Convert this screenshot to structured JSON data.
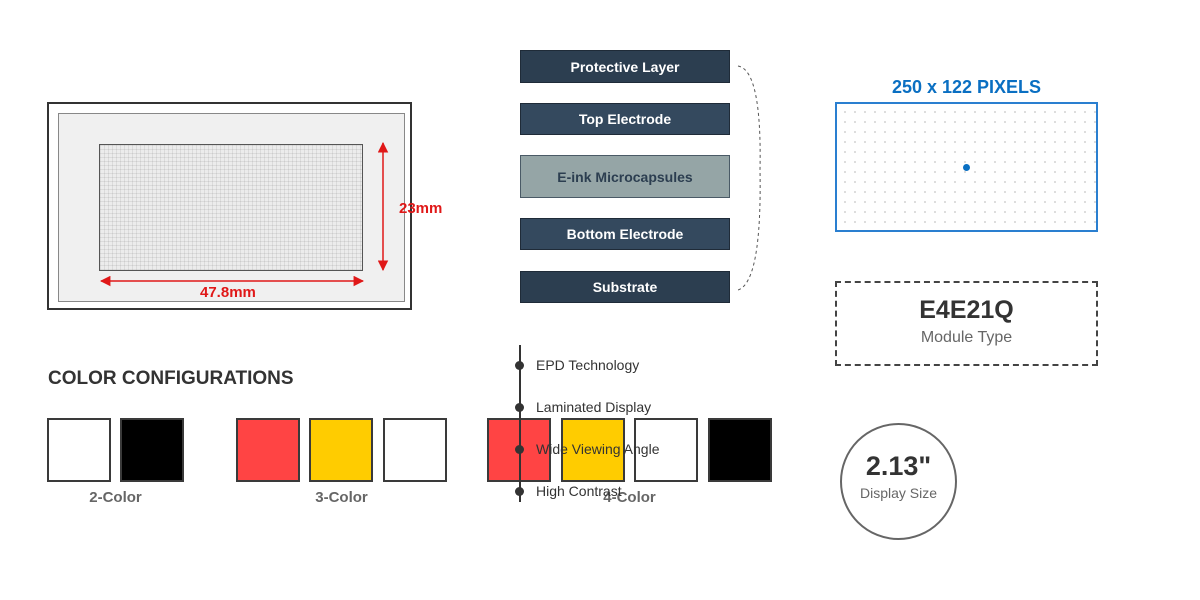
{
  "dimensions": {
    "width_label": "47.8mm",
    "height_label": "23mm"
  },
  "layers": [
    {
      "label": "Protective Layer"
    },
    {
      "label": "Top Electrode"
    },
    {
      "label": "E-ink Microcapsules"
    },
    {
      "label": "Bottom Electrode"
    },
    {
      "label": "Substrate"
    }
  ],
  "resolution": {
    "title": "250 x 122 PIXELS"
  },
  "module": {
    "code": "E4E21Q",
    "caption": "Module Type"
  },
  "display_size": {
    "value": "2.13\"",
    "caption": "Display Size"
  },
  "color_configurations": {
    "title": "COLOR CONFIGURATIONS",
    "groups": [
      {
        "label": "2-Color",
        "colors": [
          "#ffffff",
          "#000000"
        ]
      },
      {
        "label": "3-Color",
        "colors": [
          "#ff4444",
          "#ffcc00",
          "#ffffff"
        ]
      },
      {
        "label": "4-Color",
        "colors": [
          "#ff4444",
          "#ffcc00",
          "#ffffff",
          "#000000"
        ]
      }
    ]
  },
  "features": [
    {
      "label": "EPD Technology"
    },
    {
      "label": "Laminated Display"
    },
    {
      "label": "Wide Viewing Angle"
    },
    {
      "label": "High Contrast"
    }
  ],
  "colors": {
    "dimension": "#e01818",
    "accent": "#0a6fc2",
    "layer_dark": "#2c3e50",
    "layer_light": "#95a5a6"
  }
}
